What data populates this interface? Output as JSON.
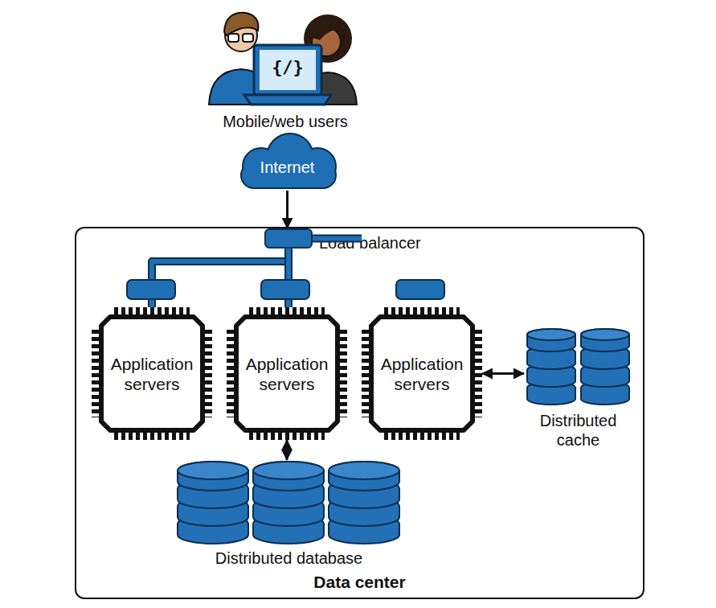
{
  "diagram": {
    "nodes": [
      {
        "text": [
          "Mobile/web users"
        ]
      },
      {
        "text": [
          "Internet"
        ]
      },
      {
        "text": [
          "Data center"
        ]
      },
      {
        "text": [
          "Load balancer"
        ],
        "in": 2
      },
      {
        "text": [
          "Application servers"
        ],
        "in": 2
      },
      {
        "text": [
          "Application servers"
        ],
        "in": 2
      },
      {
        "text": [
          "Application servers"
        ],
        "in": 2
      },
      {
        "text": [
          "Distributed cache"
        ],
        "in": 2
      },
      {
        "text": [
          "Distributed database"
        ],
        "in": 2
      }
    ],
    "edges": [
      {
        "from": 1,
        "to": 3,
        "arrow": "to"
      },
      {
        "from": 3,
        "to": 4,
        "arrow": "none"
      },
      {
        "from": 3,
        "to": 5,
        "arrow": "none"
      },
      {
        "from": 3,
        "to": 6,
        "arrow": "none"
      },
      {
        "from": 6,
        "to": 7,
        "arrow": "both"
      },
      {
        "from": 5,
        "to": 8,
        "arrow": "both"
      }
    ],
    "labels": [
      "{/}"
    ]
  }
}
